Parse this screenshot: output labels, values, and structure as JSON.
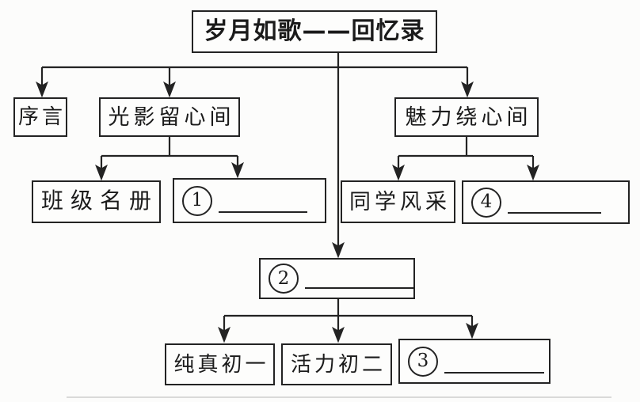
{
  "diagram": {
    "type": "tree-flowchart",
    "colors": {
      "line": "#232323",
      "box_border": "#232323",
      "background": "#fcfcfb",
      "text": "#1b1b1b"
    },
    "nodes": {
      "title": {
        "label": "岁月如歌——回忆录"
      },
      "preface": {
        "label": "序言"
      },
      "light_shadow": {
        "label": "光影留心间"
      },
      "charm": {
        "label": "魅力绕心间"
      },
      "class_roster": {
        "label": "班级名册"
      },
      "classmates_style": {
        "label": "同学风采"
      },
      "pure_grade7": {
        "label": "纯真初一"
      },
      "lively_grade8": {
        "label": "活力初二"
      },
      "blank_1": {
        "number": "1",
        "label": ""
      },
      "blank_2": {
        "number": "2",
        "label": ""
      },
      "blank_3": {
        "number": "3",
        "label": ""
      },
      "blank_4": {
        "number": "4",
        "label": ""
      }
    },
    "edges": [
      "title -> preface",
      "title -> light_shadow",
      "title -> charm",
      "title -> blank_2",
      "light_shadow -> class_roster",
      "light_shadow -> blank_1",
      "charm -> classmates_style",
      "charm -> blank_4",
      "blank_2 -> pure_grade7",
      "blank_2 -> lively_grade8",
      "blank_2 -> blank_3"
    ]
  }
}
